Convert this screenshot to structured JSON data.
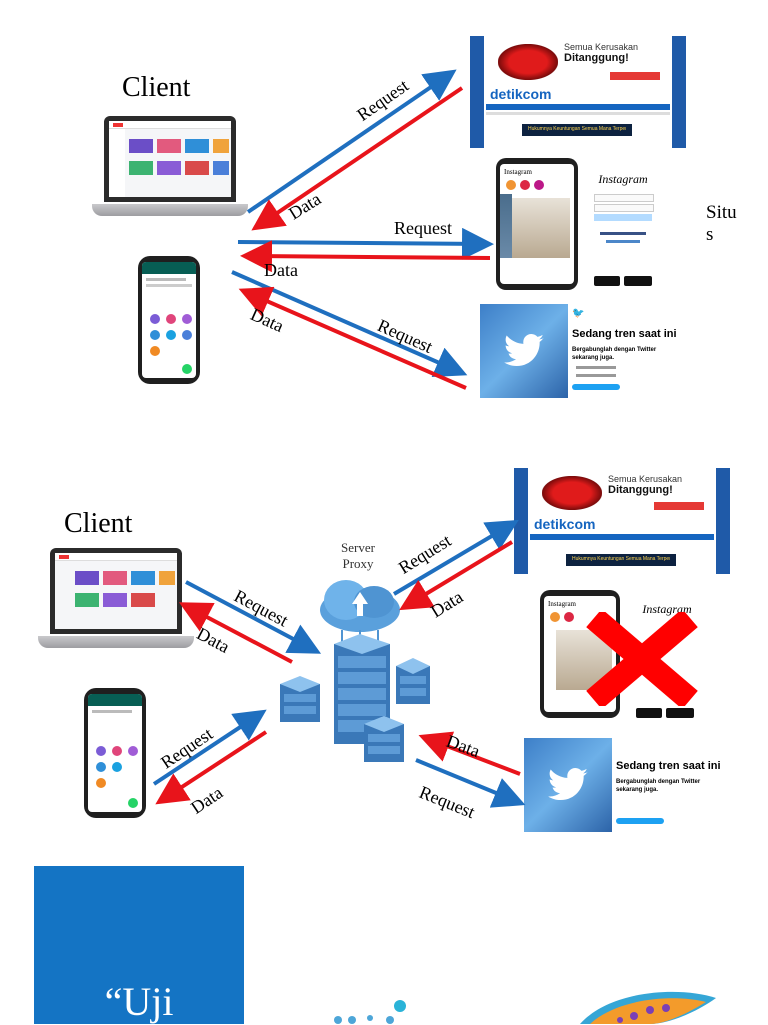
{
  "top": {
    "client_label": "Client",
    "sites_label_line1": "Situ",
    "sites_label_line2": "s",
    "arrows": {
      "req1": "Request",
      "data1": "Data",
      "req2": "Request",
      "data2": "Data",
      "data3": "Data",
      "req3": "Request"
    }
  },
  "bottom": {
    "client_label": "Client",
    "proxy_label_line1": "Server",
    "proxy_label_line2": "Proxy",
    "arrows": {
      "req_laptop": "Request",
      "data_laptop": "Data",
      "req_phone": "Request",
      "data_phone": "Data",
      "req_detik": "Request",
      "data_detik": "Data",
      "data_twitter": "Data",
      "req_twitter": "Request"
    }
  },
  "sites": {
    "detik": {
      "ad_line1": "Semua Kerusakan",
      "ad_line2": "Ditanggung!",
      "logo": "detikcom",
      "banner": "Hukumnya Keuntungan Semua Mana Terpercaya"
    },
    "instagram": {
      "logo": "Instagram"
    },
    "twitter": {
      "headline": "Sedang tren saat ini",
      "sub": "Bergabunglah dengan Twitter sekarang juga."
    }
  },
  "footer": {
    "quote_text": "“Uji"
  },
  "colors": {
    "request_arrow": "#1f6fbf",
    "data_arrow": "#e8141b",
    "block_icon": "#ff0000",
    "card_blue": "#1474c4"
  }
}
